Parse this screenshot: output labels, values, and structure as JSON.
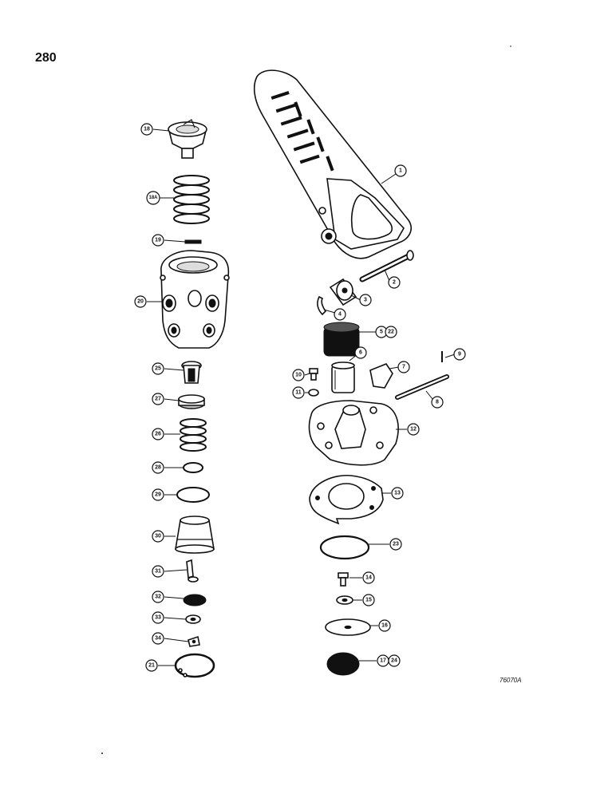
{
  "page": {
    "number": "280",
    "figure_id": "76070A"
  },
  "callouts": [
    {
      "label": "1"
    },
    {
      "label": "2"
    },
    {
      "label": "3"
    },
    {
      "label": "4"
    },
    {
      "label": "5"
    },
    {
      "label": "22"
    },
    {
      "label": "6"
    },
    {
      "label": "7"
    },
    {
      "label": "9"
    },
    {
      "label": "10"
    },
    {
      "label": "11"
    },
    {
      "label": "8"
    },
    {
      "label": "12"
    },
    {
      "label": "13"
    },
    {
      "label": "23"
    },
    {
      "label": "14"
    },
    {
      "label": "15"
    },
    {
      "label": "16"
    },
    {
      "label": "17"
    },
    {
      "label": "24"
    },
    {
      "label": "18"
    },
    {
      "label": "18A"
    },
    {
      "label": "19"
    },
    {
      "label": "20"
    },
    {
      "label": "25"
    },
    {
      "label": "27"
    },
    {
      "label": "26"
    },
    {
      "label": "28"
    },
    {
      "label": "29"
    },
    {
      "label": "30"
    },
    {
      "label": "31"
    },
    {
      "label": "32"
    },
    {
      "label": "33"
    },
    {
      "label": "34"
    },
    {
      "label": "21"
    }
  ]
}
